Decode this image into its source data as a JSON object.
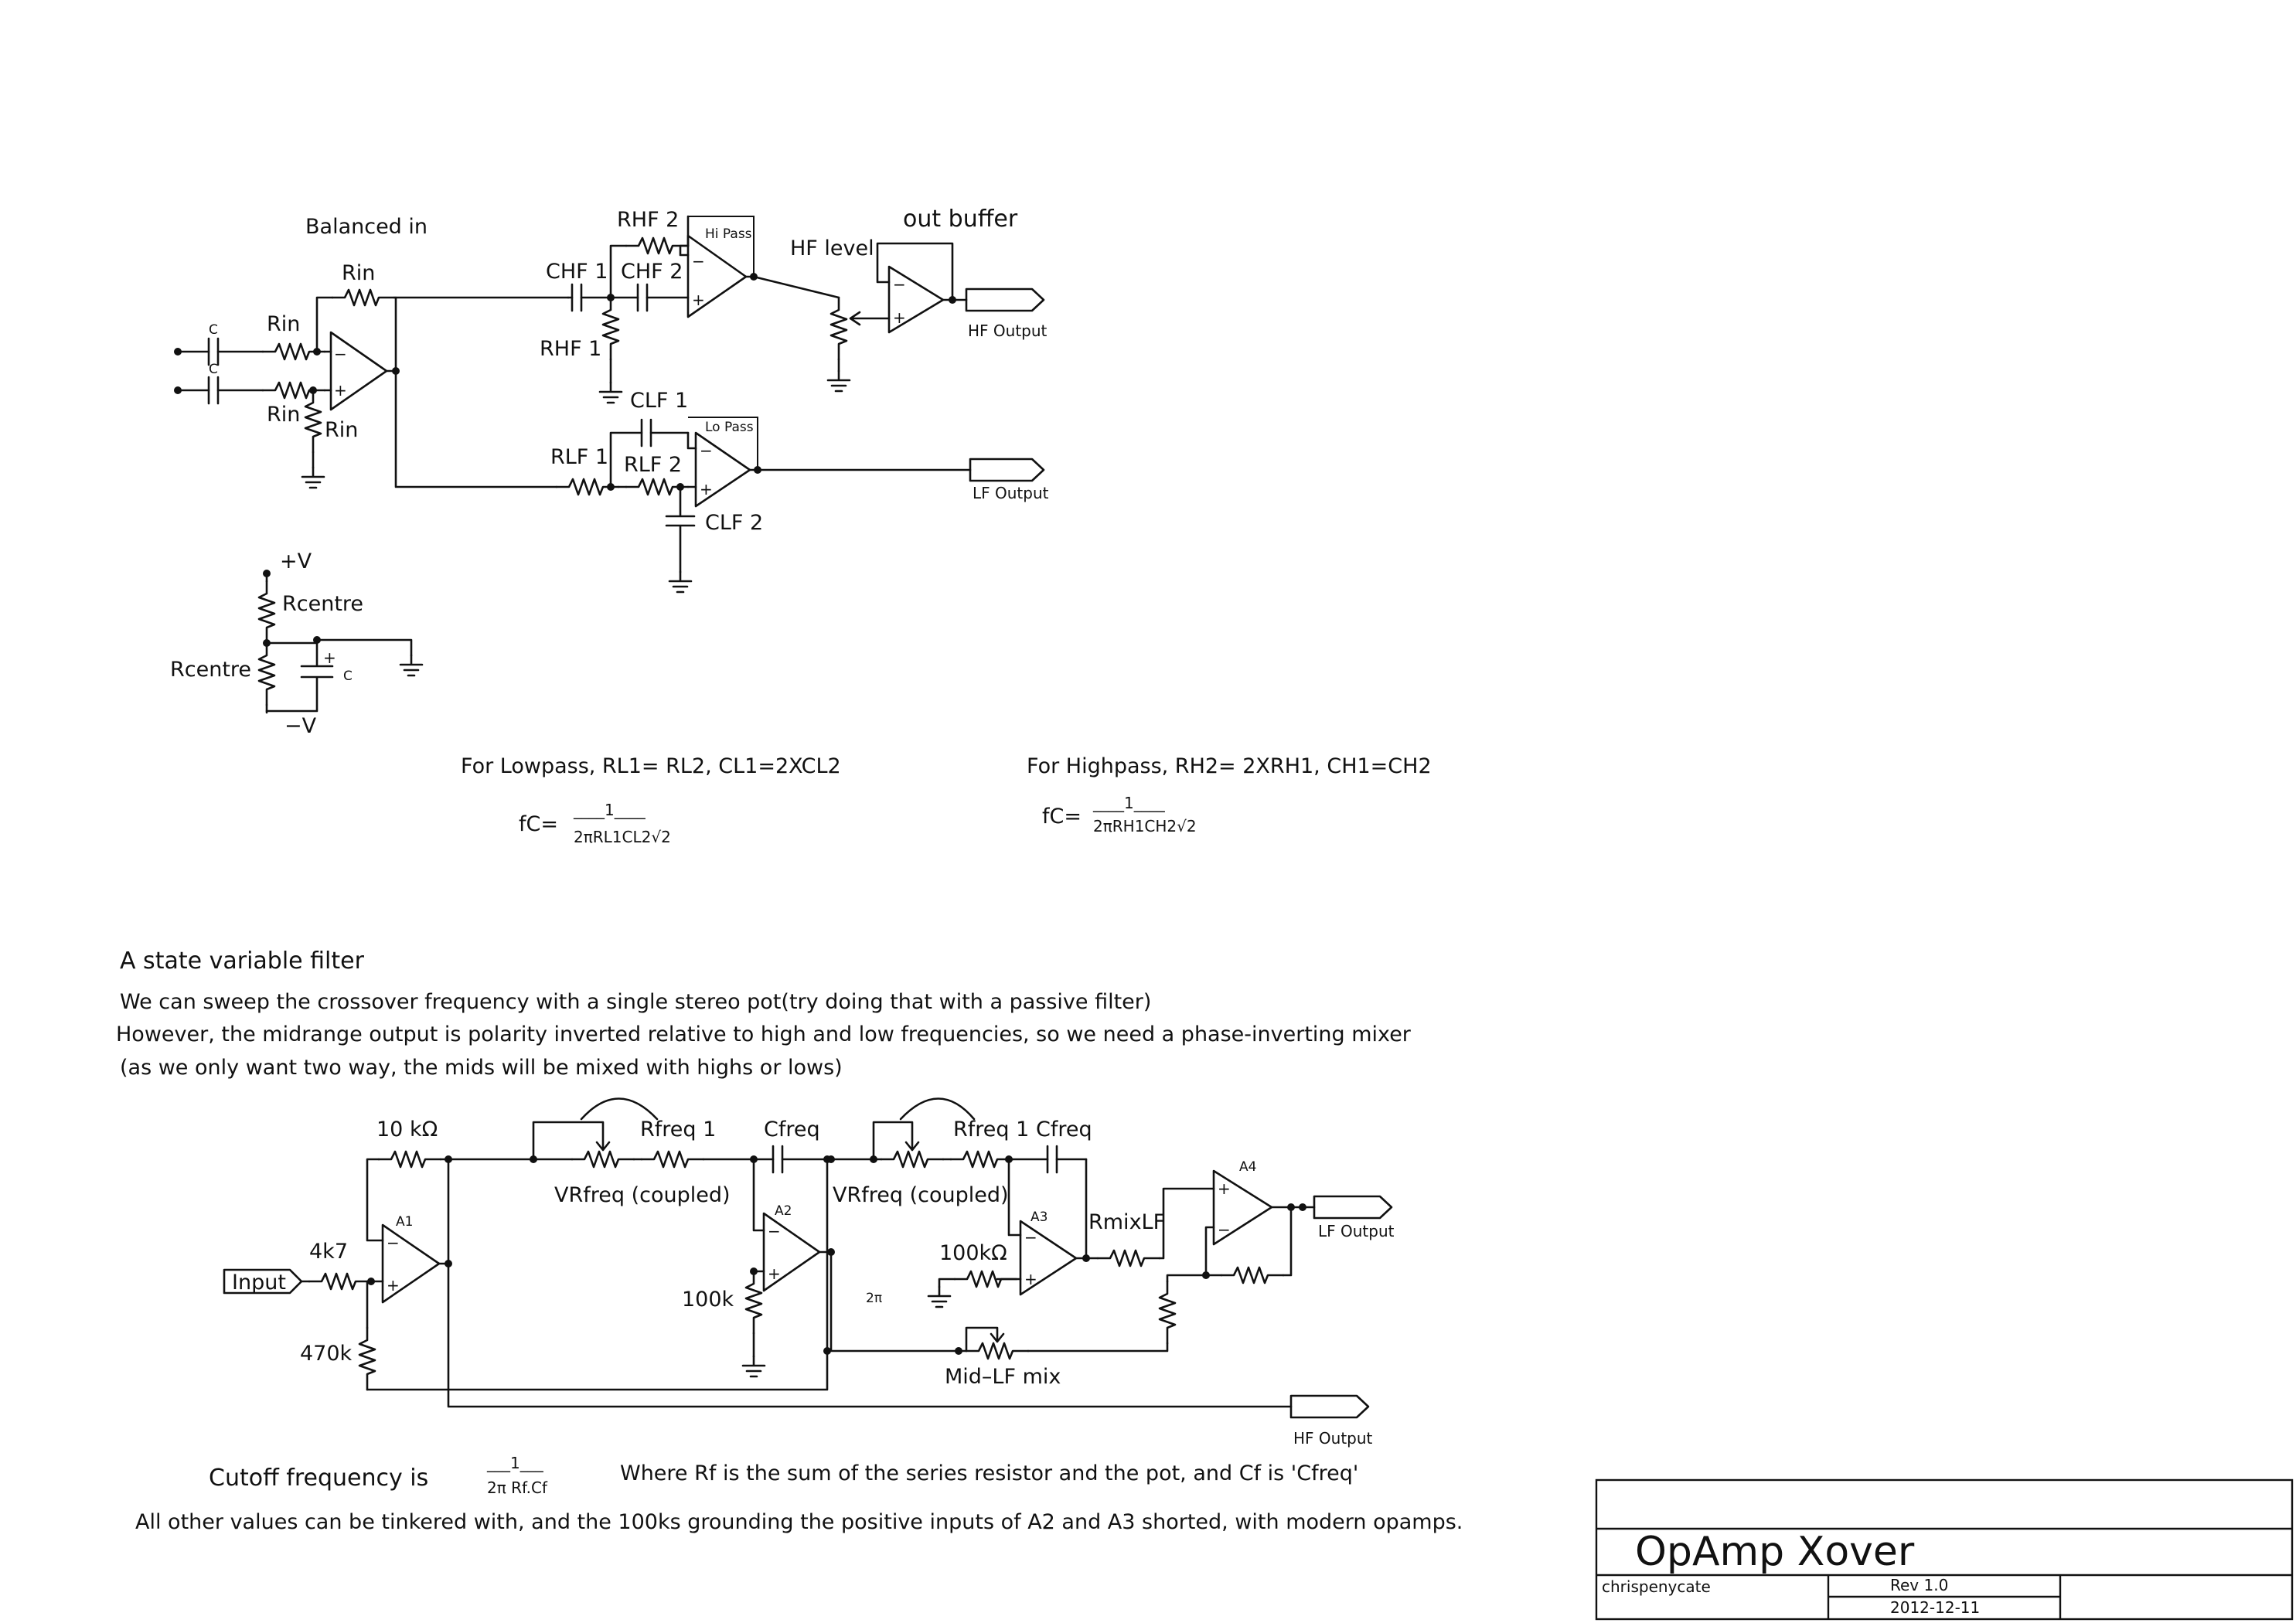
{
  "labels": {
    "balanced_in": "Balanced in",
    "rin": "Rin",
    "c": "C",
    "chf1": "CHF 1",
    "chf2": "CHF 2",
    "rhf1": "RHF 1",
    "rhf2": "RHF 2",
    "hipass": "Hi Pass",
    "hf_level": "HF level",
    "out_buffer": "out buffer",
    "hf_output": "HF Output",
    "clf1": "CLF 1",
    "clf2": "CLF 2",
    "rlf1": "RLF 1",
    "rlf2": "RLF 2",
    "lopass": "Lo Pass",
    "lf_output": "LF Output",
    "plus_v": "+V",
    "minus_v": "−V",
    "rcentre": "Rcentre",
    "plus": "+",
    "minus": "−",
    "r10k": "10 kΩ",
    "r4k7": "4k7",
    "r470k": "470k",
    "r100k": "100k",
    "r100kohm": "100kΩ",
    "rfreq1": "Rfreq 1",
    "cfreq": "Cfreq",
    "vrfreq": "VRfreq (coupled)",
    "rmixlf": "RmixLF",
    "mid_lf_mix": "Mid–LF mix",
    "a1": "A1",
    "a2": "A2",
    "a3": "A3",
    "a4": "A4",
    "two_pi": "2π",
    "input": "Input"
  },
  "notes": {
    "lowpass_rule": "For Lowpass, RL1= RL2, CL1=2XCL2",
    "highpass_rule": "For Highpass, RH2= 2XRH1, CH1=CH2",
    "fc": "fC=",
    "numerator": "____1____",
    "lp_denominator": "2πRL1CL2√2",
    "hp_denominator": "2πRH1CH2√2",
    "svf_heading": "A state variable filter",
    "svf_line1": "We can sweep the crossover frequency with a single stereo pot(try doing that with a passive filter)",
    "svf_line2": "However, the midrange output is polarity inverted relative to high and low frequencies, so we need a phase-inverting mixer",
    "svf_line3": "(as we only want two way, the mids will be mixed with highs or lows)",
    "cutoff_prefix": "Cutoff frequency is",
    "cutoff_num": "___1___",
    "cutoff_den": "2π Rf.Cf",
    "cutoff_suffix": "Where Rf is the sum of the series resistor and the pot, and Cf is 'Cfreq'",
    "tinker": "All other values can be tinkered with, and the 100ks grounding the positive inputs of A2 and A3 shorted, with modern opamps."
  },
  "title_block": {
    "title": "OpAmp Xover",
    "author": "chrispenycate",
    "rev": "Rev 1.0",
    "date": "2012-12-11"
  }
}
